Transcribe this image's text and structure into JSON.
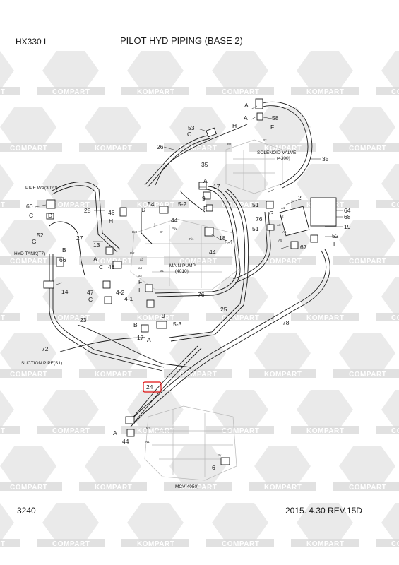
{
  "header": {
    "model": "HX330 L",
    "title": "PILOT HYD PIPING (BASE 2)"
  },
  "footer": {
    "page_number": "3240",
    "date_rev": "2015. 4.30  REV.15D"
  },
  "watermarks": [
    "KOMPART",
    "COMPART"
  ],
  "colors": {
    "line": "#1a1a1a",
    "watermark": "#d9d9d9",
    "highlight": "#e01010"
  },
  "components": {
    "solenoid_valve": "SOLENOID VALVE",
    "solenoid_valve_code": "(4300)",
    "pipe_wa": "PIPE WA(3020)",
    "hyd_tank": "HYD TANK(T7)",
    "main_pump": "MAIN PUMP",
    "main_pump_code": "(4010)",
    "suction_pipe": "SUCTION PIPE(S1)",
    "mcv": "MCV(4050)"
  },
  "highlighted_callout": "24",
  "callouts": [
    {
      "id": "c-a-1",
      "t": "A"
    },
    {
      "id": "c-a-2",
      "t": "A"
    },
    {
      "id": "c-58",
      "t": "58"
    },
    {
      "id": "c-f-1",
      "t": "F"
    },
    {
      "id": "c-53",
      "t": "53"
    },
    {
      "id": "c-c-1",
      "t": "C"
    },
    {
      "id": "c-h-1",
      "t": "H"
    },
    {
      "id": "c-26",
      "t": "26"
    },
    {
      "id": "c-35a",
      "t": "35"
    },
    {
      "id": "c-35b",
      "t": "35"
    },
    {
      "id": "c-a-3",
      "t": "A"
    },
    {
      "id": "c-17",
      "t": "17"
    },
    {
      "id": "c-2",
      "t": "2"
    },
    {
      "id": "c-d-1",
      "t": "D"
    },
    {
      "id": "c-54",
      "t": "54"
    },
    {
      "id": "c-44a",
      "t": "44"
    },
    {
      "id": "c-5-2",
      "t": "5-2"
    },
    {
      "id": "c-9a",
      "t": "9"
    },
    {
      "id": "c-e-1",
      "t": "E"
    },
    {
      "id": "c-i-1",
      "t": "I"
    },
    {
      "id": "c-51a",
      "t": "51"
    },
    {
      "id": "c-g-1",
      "t": "G"
    },
    {
      "id": "c-64",
      "t": "64"
    },
    {
      "id": "c-68",
      "t": "68"
    },
    {
      "id": "c-19",
      "t": "19"
    },
    {
      "id": "c-28",
      "t": "28"
    },
    {
      "id": "c-46",
      "t": "46"
    },
    {
      "id": "c-h-2",
      "t": "H"
    },
    {
      "id": "c-60",
      "t": "60"
    },
    {
      "id": "c-c-2",
      "t": "C"
    },
    {
      "id": "c-d-2",
      "t": "D"
    },
    {
      "id": "c-76a",
      "t": "76"
    },
    {
      "id": "c-51b",
      "t": "51"
    },
    {
      "id": "c-52a",
      "t": "52"
    },
    {
      "id": "c-g-2",
      "t": "G"
    },
    {
      "id": "c-52b",
      "t": "52"
    },
    {
      "id": "c-f-2",
      "t": "F"
    },
    {
      "id": "c-27",
      "t": "27"
    },
    {
      "id": "c-18",
      "t": "18"
    },
    {
      "id": "c-5-1",
      "t": "5-1"
    },
    {
      "id": "c-44b",
      "t": "44"
    },
    {
      "id": "c-67",
      "t": "67"
    },
    {
      "id": "c-13",
      "t": "13"
    },
    {
      "id": "c-b-1",
      "t": "B"
    },
    {
      "id": "c-66",
      "t": "66"
    },
    {
      "id": "c-c-3",
      "t": "C"
    },
    {
      "id": "c-48",
      "t": "48"
    },
    {
      "id": "c-a-4",
      "t": "A"
    },
    {
      "id": "c-14",
      "t": "14"
    },
    {
      "id": "c-47",
      "t": "47"
    },
    {
      "id": "c-c-4",
      "t": "C"
    },
    {
      "id": "c-4-2",
      "t": "4-2"
    },
    {
      "id": "c-4-1",
      "t": "4-1"
    },
    {
      "id": "c-f-3",
      "t": "F"
    },
    {
      "id": "c-76b",
      "t": "76"
    },
    {
      "id": "c-i-2",
      "t": "I"
    },
    {
      "id": "c-25",
      "t": "25"
    },
    {
      "id": "c-9b",
      "t": "9"
    },
    {
      "id": "c-b-2",
      "t": "B"
    },
    {
      "id": "c-23",
      "t": "23"
    },
    {
      "id": "c-5-3",
      "t": "5-3"
    },
    {
      "id": "c-78",
      "t": "78"
    },
    {
      "id": "c-17b",
      "t": "17"
    },
    {
      "id": "c-a-5",
      "t": "A"
    },
    {
      "id": "c-72",
      "t": "72"
    },
    {
      "id": "c-a-6",
      "t": "A"
    },
    {
      "id": "c-44c",
      "t": "44"
    },
    {
      "id": "c-6",
      "t": "6"
    }
  ],
  "ports": [
    {
      "id": "p-p1",
      "t": "P1"
    },
    {
      "id": "p-p2",
      "t": "P2"
    },
    {
      "id": "p-a1",
      "t": "A1"
    },
    {
      "id": "p-a2",
      "t": "A2"
    },
    {
      "id": "p-a3",
      "t": "A3"
    },
    {
      "id": "p-a4",
      "t": "A4"
    },
    {
      "id": "p-a5",
      "t": "A5"
    },
    {
      "id": "p-psv",
      "t": "Psv"
    },
    {
      "id": "p-dr",
      "t": "Dr"
    },
    {
      "id": "p-dr2",
      "t": "Dr2"
    },
    {
      "id": "p-pi1",
      "t": "Pi1"
    },
    {
      "id": "p-pi2",
      "t": "Pi2"
    },
    {
      "id": "p-a3b",
      "t": "a3"
    },
    {
      "id": "p-a4b",
      "t": "a4"
    },
    {
      "id": "p-a1b",
      "t": "a1"
    },
    {
      "id": "p-a2b",
      "t": "a2"
    },
    {
      "id": "p-n2",
      "t": "N2"
    },
    {
      "id": "p-n1",
      "t": "N1"
    },
    {
      "id": "p-py",
      "t": "Py"
    }
  ]
}
